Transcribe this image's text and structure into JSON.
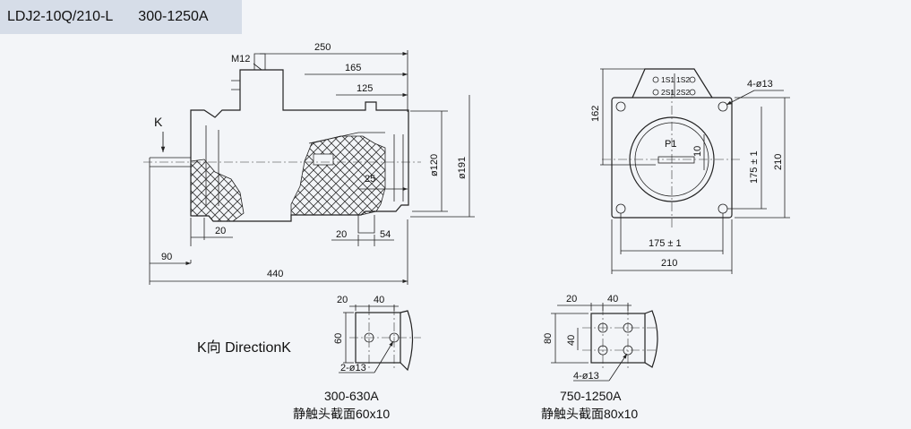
{
  "header": {
    "model": "LDJ2-10Q/210-L",
    "rating": "300-1250A"
  },
  "side_view": {
    "k_label": "K",
    "thread_label": "M12",
    "dims": [
      "250",
      "165",
      "125",
      "ø120",
      "ø191",
      "25",
      "20",
      "20",
      "54",
      "90",
      "440"
    ]
  },
  "front_view": {
    "terminal_labels": [
      "1S1",
      "1S2",
      "2S1",
      "2S2"
    ],
    "p1_label": "P1",
    "holes_label": "4-ø13",
    "dims": [
      "162",
      "10",
      "175 ± 1",
      "210",
      "175 ± 1",
      "210"
    ]
  },
  "direction_label": "K向 DirectionK",
  "contact_small": {
    "dims": [
      "20",
      "40",
      "60"
    ],
    "holes_label": "2-ø13",
    "range": "300-630A",
    "section": "静触头截面60x10"
  },
  "contact_large": {
    "dims": [
      "20",
      "40",
      "80",
      "40"
    ],
    "holes_label": "4-ø13",
    "range": "750-1250A",
    "section": "静触头截面80x10"
  }
}
